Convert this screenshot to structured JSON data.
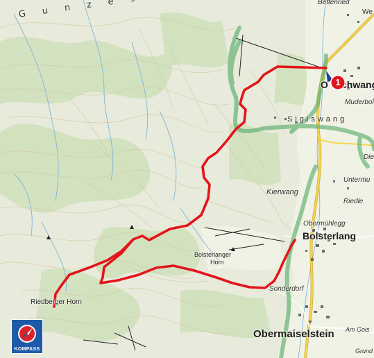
{
  "map": {
    "route_color": "#e3141b",
    "boundary_color": "#5cae6e",
    "road_color": "#f2d24a",
    "terrain_color": "#e6eadb",
    "forest_color": "#c9deb5"
  },
  "labels": {
    "gunzesried_region": "G u n z e s",
    "ofterschwang_start": "O",
    "ofterschwang_end": "chwang",
    "muderbolz": "Muderbol",
    "sigiswang": "Sigiswang",
    "dietrich": "Die",
    "untermuhl": "Untermu",
    "kierwang": "Kierwang",
    "riedle": "Riedle",
    "obermuhlegg": "Obermühlegg",
    "bolsterlang": "Bolsterlang",
    "bolsterlanger_horn_1": "Bolsterlanger",
    "bolsterlanger_horn_2": "Horn",
    "sonderdorf": "Sonderdorf",
    "obermaiselstein": "Obermaiselstein",
    "riedberger_horn": "Riedberger Horn",
    "bettenried": "Bettenried",
    "weiler_top": "We",
    "am_gois": "Am Gois",
    "grund": "Grund"
  },
  "marker": {
    "number": "1",
    "color": "#e3141b",
    "pointer_color": "#1e3c8c"
  },
  "logo": {
    "brand": "KOMPASS",
    "color": "#1d5aa8"
  }
}
